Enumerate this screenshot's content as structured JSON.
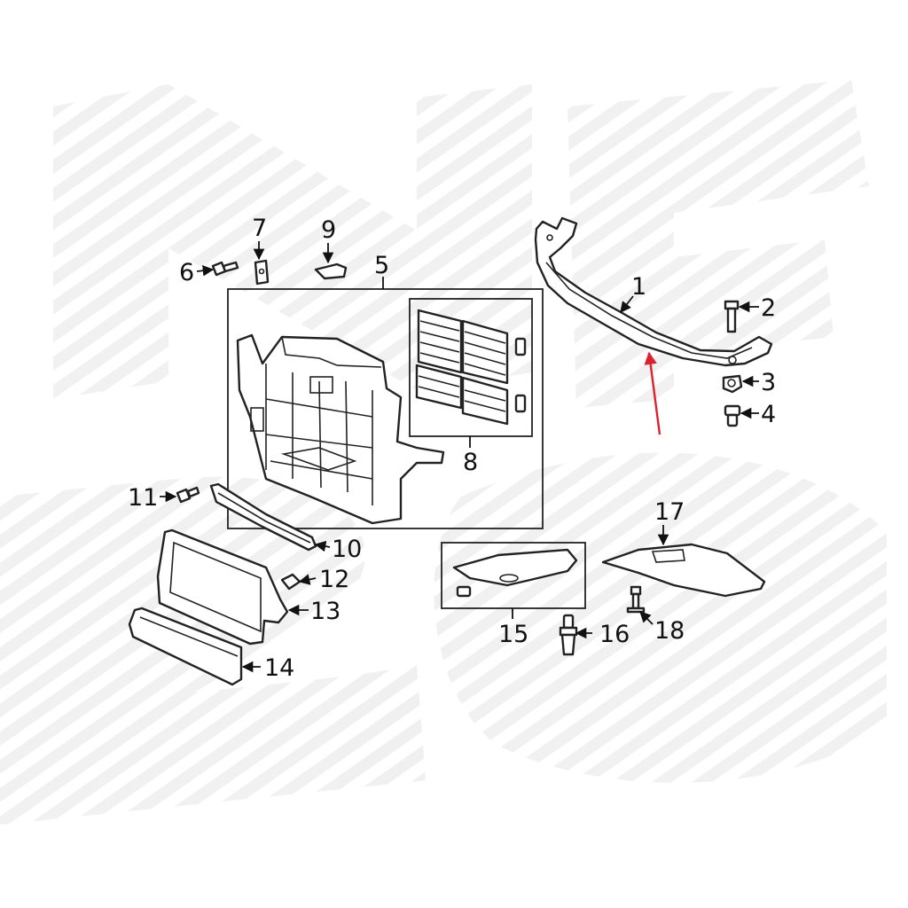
{
  "diagram": {
    "callouts": [
      {
        "id": "1",
        "label": "1"
      },
      {
        "id": "2",
        "label": "2"
      },
      {
        "id": "3",
        "label": "3"
      },
      {
        "id": "4",
        "label": "4"
      },
      {
        "id": "5",
        "label": "5"
      },
      {
        "id": "6",
        "label": "6"
      },
      {
        "id": "7",
        "label": "7"
      },
      {
        "id": "8",
        "label": "8"
      },
      {
        "id": "9",
        "label": "9"
      },
      {
        "id": "10",
        "label": "10"
      },
      {
        "id": "11",
        "label": "11"
      },
      {
        "id": "12",
        "label": "12"
      },
      {
        "id": "13",
        "label": "13"
      },
      {
        "id": "14",
        "label": "14"
      },
      {
        "id": "15",
        "label": "15"
      },
      {
        "id": "16",
        "label": "16"
      },
      {
        "id": "17",
        "label": "17"
      },
      {
        "id": "18",
        "label": "18"
      }
    ],
    "highlight_arrow_color": "#e0202a",
    "line_color": "#222222",
    "watermark_color": "#eeeeee"
  }
}
